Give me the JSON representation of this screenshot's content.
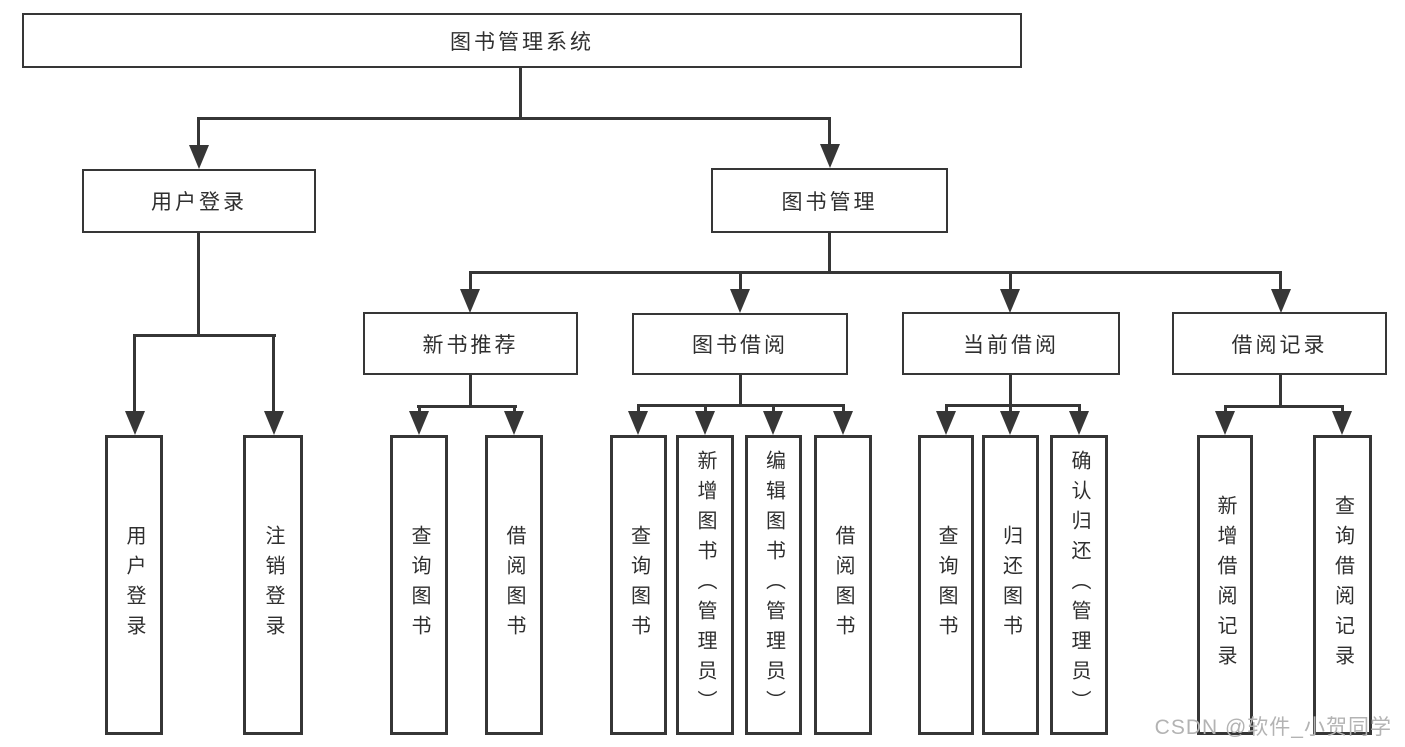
{
  "diagram": {
    "root": {
      "label": "图书管理系统"
    },
    "user_login": {
      "label": "用户登录",
      "children": [
        {
          "label": "用户登录"
        },
        {
          "label": "注销登录"
        }
      ]
    },
    "book_mgmt": {
      "label": "图书管理",
      "sections": [
        {
          "label": "新书推荐",
          "children": [
            {
              "label": "查询图书"
            },
            {
              "label": "借阅图书"
            }
          ]
        },
        {
          "label": "图书借阅",
          "children": [
            {
              "label": "查询图书"
            },
            {
              "label": "新增图书（管理员）"
            },
            {
              "label": "编辑图书（管理员）"
            },
            {
              "label": "借阅图书"
            }
          ]
        },
        {
          "label": "当前借阅",
          "children": [
            {
              "label": "查询图书"
            },
            {
              "label": "归还图书"
            },
            {
              "label": "确认归还（管理员）"
            }
          ]
        },
        {
          "label": "借阅记录",
          "children": [
            {
              "label": "新增借阅记录"
            },
            {
              "label": "查询借阅记录"
            }
          ]
        }
      ]
    }
  },
  "watermark": {
    "text": "CSDN @软件_小贺同学"
  },
  "colors": {
    "line": "#363636",
    "text": "#2f2f2f",
    "watermark": "#b3b3b3",
    "background": "#ffffff"
  }
}
